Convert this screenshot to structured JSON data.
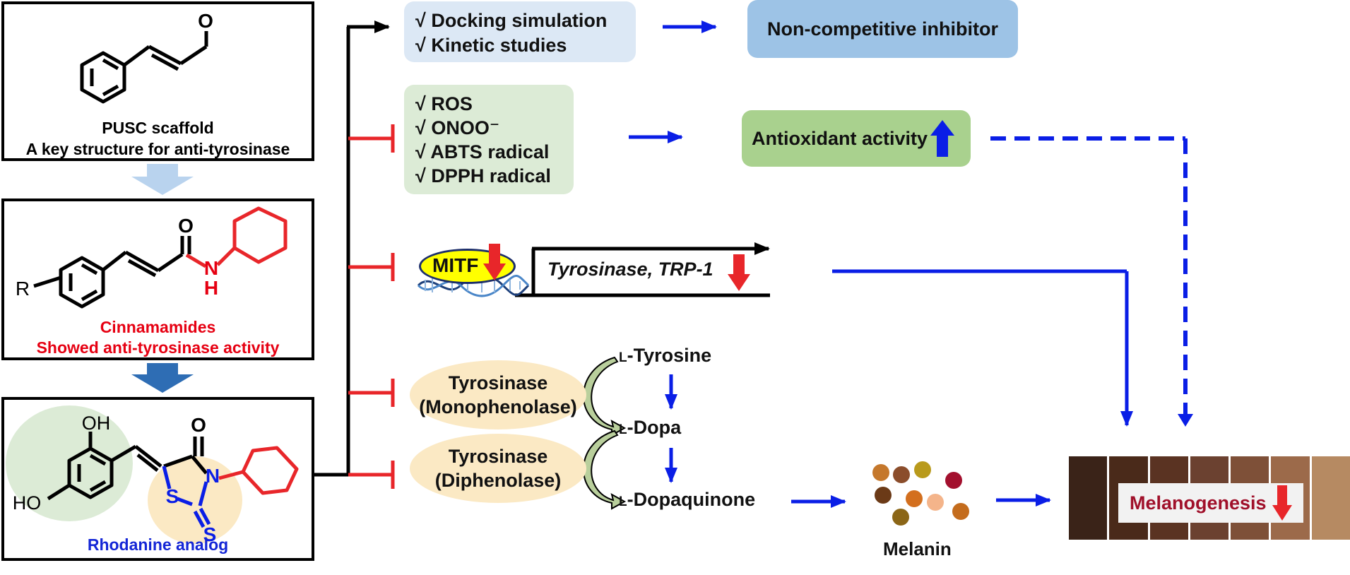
{
  "panels": {
    "pusc": {
      "line1": "PUSC scaffold",
      "line2": "A key structure for anti-tyrosinase"
    },
    "cinnamamides": {
      "line1": "Cinnamamides",
      "line2": "Showed anti-tyrosinase activity",
      "r_label": "R",
      "o_label": "O",
      "n_label": "N",
      "h_label": "H"
    },
    "rhodanine": {
      "caption": "Rhodanine analog",
      "oh_top": "OH",
      "ho_left": "HO",
      "o_label": "O",
      "n_label": "N",
      "s_ring": "S",
      "s_thione": "S"
    },
    "pusc_o_label": "O"
  },
  "boxes": {
    "docking": {
      "items": [
        "√ Docking simulation",
        "√ Kinetic studies"
      ]
    },
    "noncompetitive": {
      "label": "Non-competitive inhibitor"
    },
    "ros": {
      "items": [
        "√ ROS",
        "√ ONOO⁻",
        "√ ABTS radical",
        "√ DPPH radical"
      ]
    },
    "antioxidant": {
      "label": "Antioxidant activity"
    }
  },
  "gene": {
    "mitf": "MITF",
    "targets": "Tyrosinase, TRP-1"
  },
  "enzymes": {
    "mono": {
      "line1": "Tyrosinase",
      "line2": "(Monophenolase)"
    },
    "di": {
      "line1": "Tyrosinase",
      "line2": "(Diphenolase)"
    }
  },
  "pathway": {
    "prefix": "L",
    "tyrosine": "-Tyrosine",
    "dopa": "-Dopa",
    "dopaquinone": "-Dopaquinone"
  },
  "melanin_label": "Melanin",
  "melanogenesis_label": "Melanogenesis",
  "colors": {
    "blue_arrow": "#0a1ee6",
    "red_inhibit": "#e8262a",
    "red_text": "#e60012",
    "blue_text": "#1426d6",
    "dark_red_text": "#a0102a"
  }
}
